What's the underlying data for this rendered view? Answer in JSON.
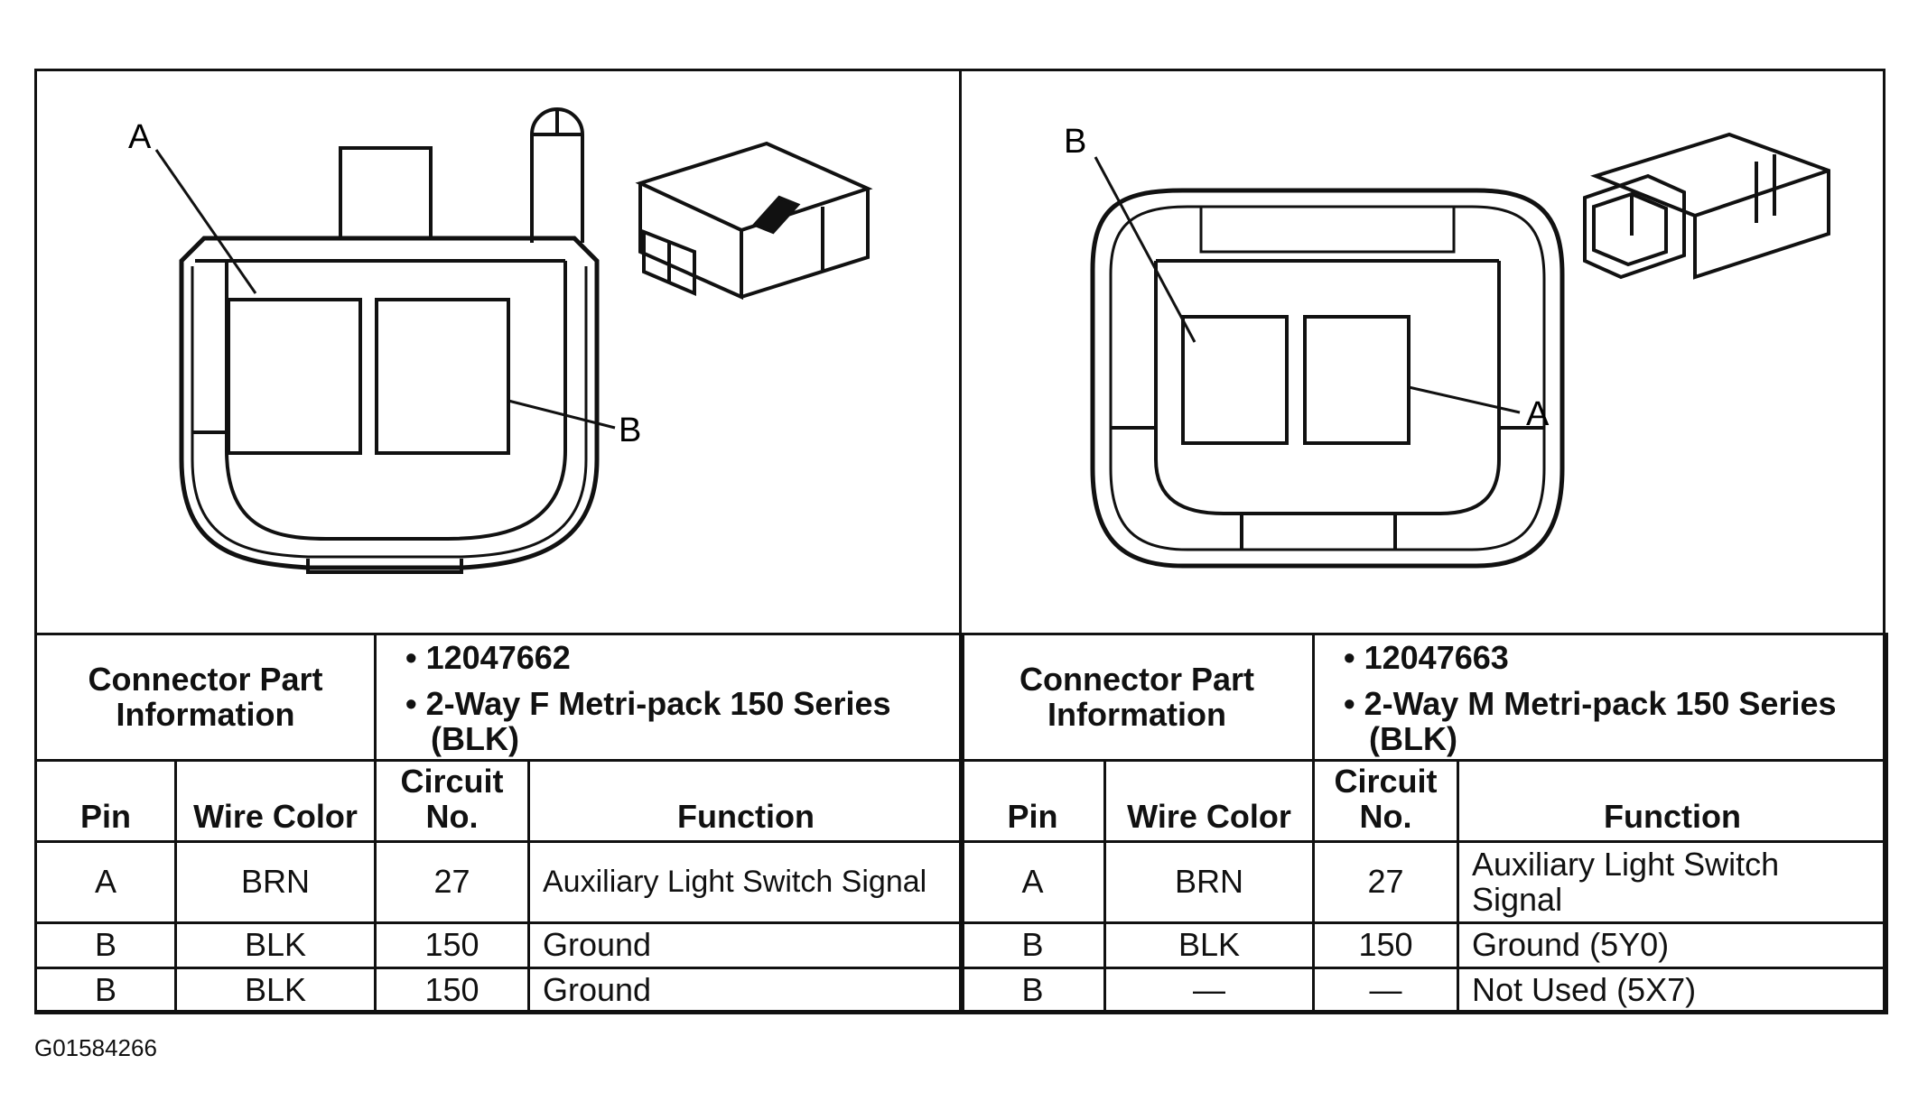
{
  "left": {
    "labels": {
      "a": "A",
      "b": "B"
    },
    "info_label": "Connector Part Information",
    "info_items": [
      "12047662",
      "2-Way F Metri-pack 150 Series (BLK)"
    ],
    "headers": {
      "pin": "Pin",
      "wire": "Wire Color",
      "circuit": "Circuit No.",
      "function": "Function"
    },
    "rows": [
      {
        "pin": "A",
        "wire": "BRN",
        "circuit": "27",
        "function": "Auxiliary Light Switch Signal"
      },
      {
        "pin": "B",
        "wire": "BLK",
        "circuit": "150",
        "function": "Ground"
      },
      {
        "pin": "B",
        "wire": "BLK",
        "circuit": "150",
        "function": "Ground"
      }
    ]
  },
  "right": {
    "labels": {
      "a": "A",
      "b": "B"
    },
    "info_label": "Connector Part Information",
    "info_items": [
      "12047663",
      "2-Way M Metri-pack 150 Series (BLK)"
    ],
    "headers": {
      "pin": "Pin",
      "wire": "Wire Color",
      "circuit": "Circuit No.",
      "function": "Function"
    },
    "rows": [
      {
        "pin": "A",
        "wire": "BRN",
        "circuit": "27",
        "function": "Auxiliary Light Switch Signal"
      },
      {
        "pin": "B",
        "wire": "BLK",
        "circuit": "150",
        "function": "Ground (5Y0)"
      },
      {
        "pin": "B",
        "wire": "—",
        "circuit": "—",
        "function": "Not Used (5X7)"
      }
    ]
  },
  "figure_id": "G01584266"
}
